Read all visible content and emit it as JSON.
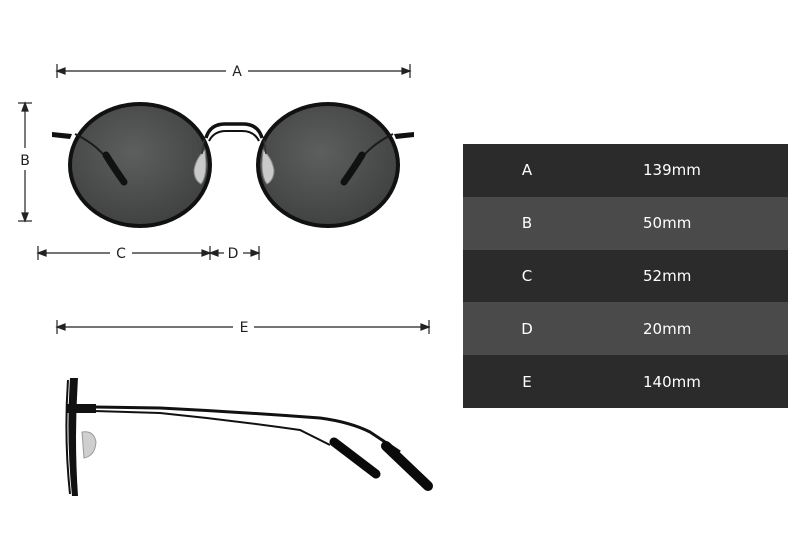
{
  "dimension_labels": {
    "a": "A",
    "b": "B",
    "c": "C",
    "d": "D",
    "e": "E"
  },
  "spec_table": {
    "rows": [
      {
        "key": "A",
        "value": "139mm"
      },
      {
        "key": "B",
        "value": "50mm"
      },
      {
        "key": "C",
        "value": "52mm"
      },
      {
        "key": "D",
        "value": "20mm"
      },
      {
        "key": "E",
        "value": "140mm"
      }
    ]
  },
  "colors": {
    "frame": "#111111",
    "lens": "#4f5250",
    "dimension_line": "#222222",
    "table_dark": "#2b2b2b",
    "table_light": "#4a4a4a"
  }
}
